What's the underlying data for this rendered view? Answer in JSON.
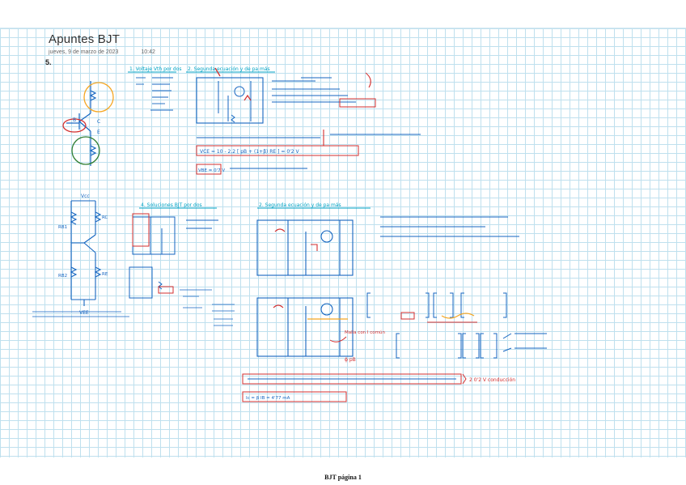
{
  "page": {
    "title": "Apuntes BJT",
    "date": "jueves, 9 de marzo de 2023",
    "time": "10:42",
    "section": "5.",
    "footer": "BJT página 1"
  },
  "headings": {
    "h1": "1. Voltaje Vth por dos",
    "h2": "2. Segunda ecuación y de pa más",
    "h3": "4. Soluciones BJT por dos",
    "h4": "2. Segunda ecuación y de pa más"
  },
  "circuit_labels": {
    "vcc": "Vcc",
    "vee": "VEE",
    "rb1": "RB1",
    "rb2": "RB2",
    "rc": "RC",
    "re": "RE",
    "c": "C",
    "e": "E",
    "b": "B"
  },
  "annotations": {
    "malla": "Malla con I común",
    "result": "2 0'2 V conducción",
    "phi": "ϕ pB",
    "equation_vce": "VCE = 10 - 2,2 [ pB + (1+β) RE ] = 0'2 V",
    "equation_ic": "Ic = β IB = 4'77 mA",
    "equation_vbe": "VBE = 0'7 V"
  },
  "colors": {
    "blue": "#1565c0",
    "red": "#d32f2f",
    "cyan": "#00a3c4",
    "orange": "#f5a623",
    "green": "#2e7d32",
    "grid": "#bfe0ee"
  }
}
